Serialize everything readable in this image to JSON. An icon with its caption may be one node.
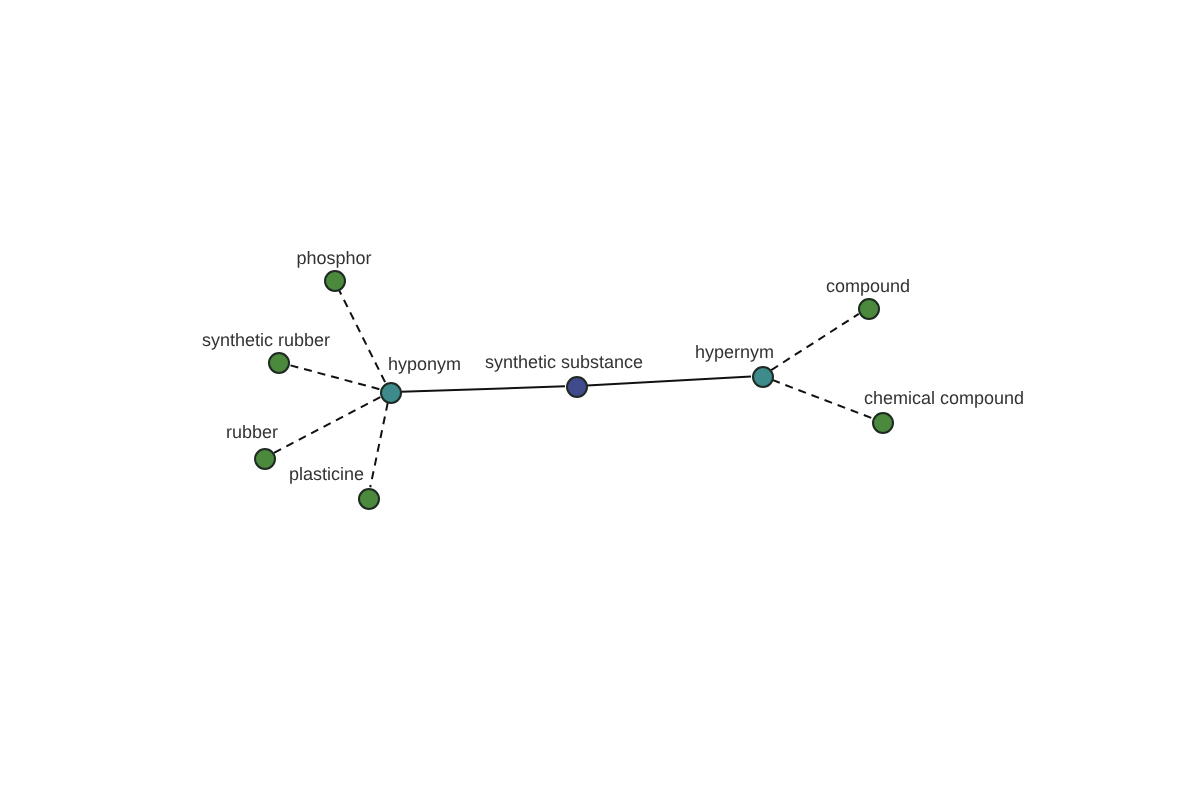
{
  "diagram": {
    "nodes": [
      {
        "text": [
          "phosphor"
        ]
      },
      {
        "text": [
          "synthetic rubber"
        ]
      },
      {
        "text": [
          "hyponym"
        ]
      },
      {
        "text": [
          "rubber"
        ]
      },
      {
        "text": [
          "plasticine"
        ]
      },
      {
        "text": [
          "synthetic substance"
        ]
      },
      {
        "text": [
          "hypernym"
        ]
      },
      {
        "text": [
          "compound"
        ]
      },
      {
        "text": [
          "chemical compound"
        ]
      }
    ],
    "edges": [
      {
        "from": 5,
        "to": 2,
        "arrow": "none"
      },
      {
        "from": 5,
        "to": 6,
        "arrow": "none"
      },
      {
        "from": 2,
        "to": 0,
        "arrow": "none",
        "style": "dashed"
      },
      {
        "from": 2,
        "to": 1,
        "arrow": "none",
        "style": "dashed"
      },
      {
        "from": 2,
        "to": 3,
        "arrow": "none",
        "style": "dashed"
      },
      {
        "from": 2,
        "to": 4,
        "arrow": "none",
        "style": "dashed"
      },
      {
        "from": 6,
        "to": 7,
        "arrow": "none",
        "style": "dashed"
      },
      {
        "from": 6,
        "to": 8,
        "arrow": "none",
        "style": "dashed"
      }
    ]
  }
}
